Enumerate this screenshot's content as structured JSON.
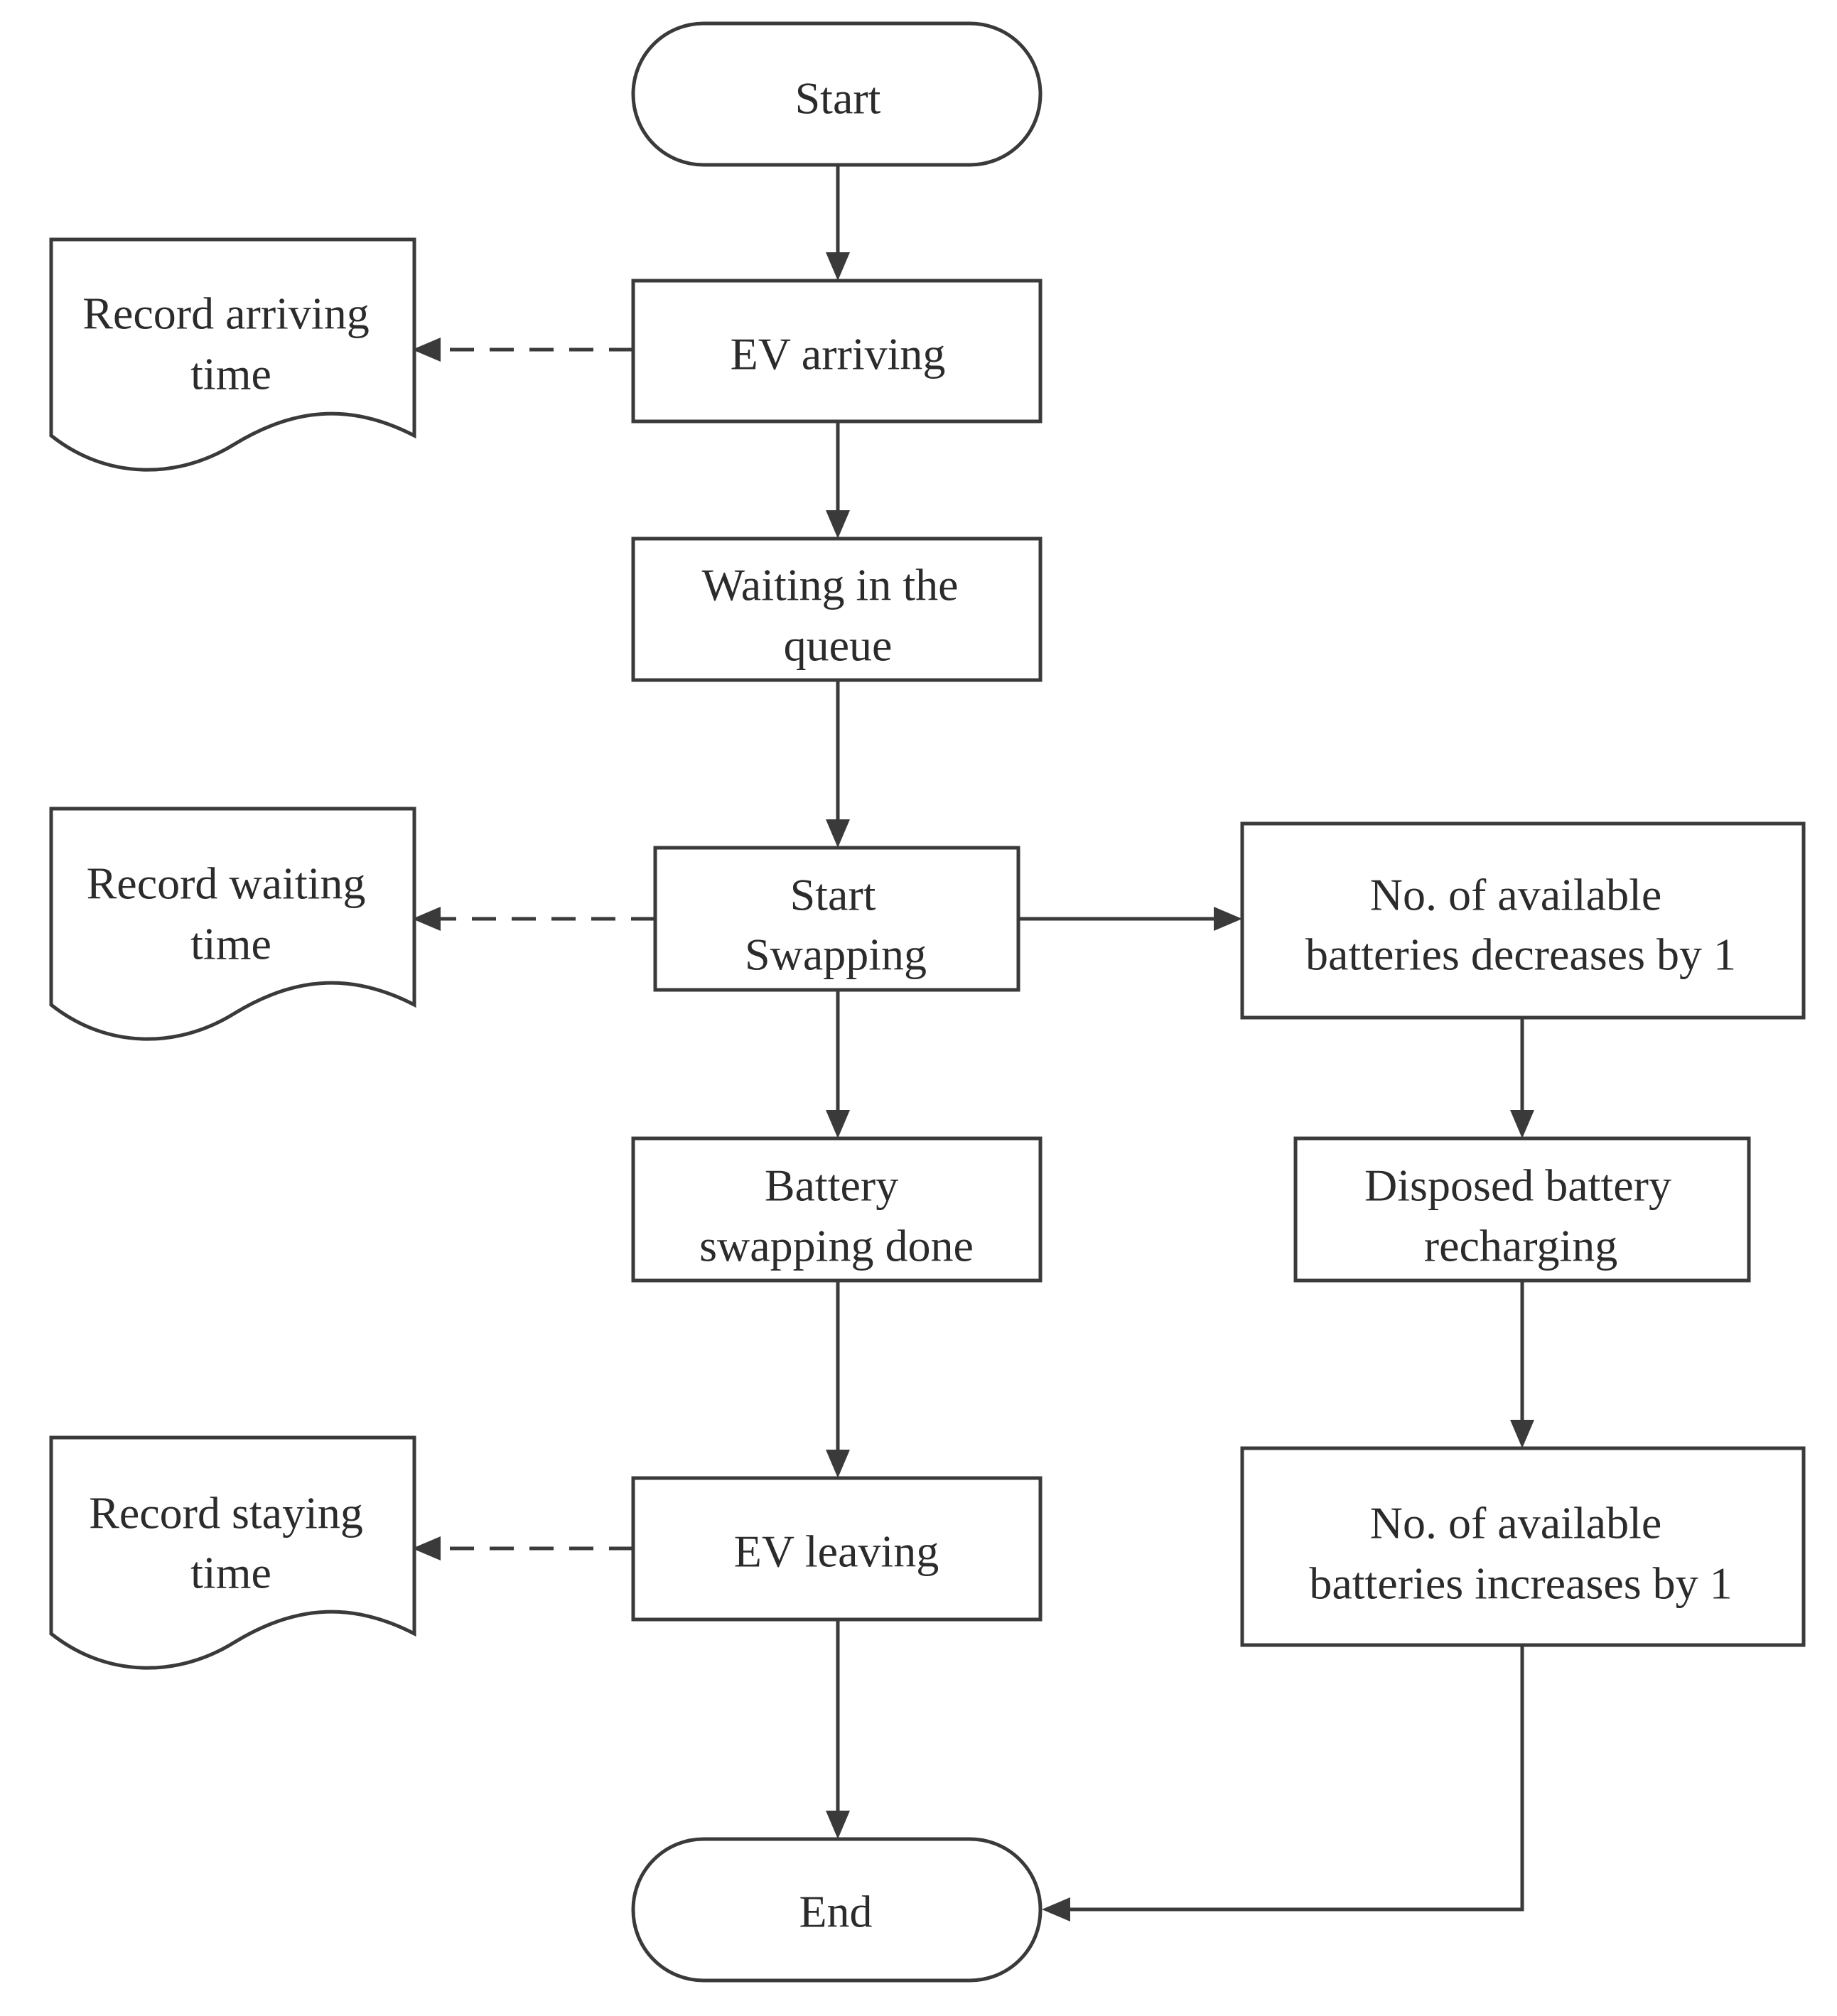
{
  "nodes": {
    "start": "Start",
    "ev_arriving": "EV arriving",
    "waiting": [
      "Waiting in the",
      "queue"
    ],
    "start_swapping": [
      "Start",
      "Swapping"
    ],
    "battery_done": [
      "Battery",
      "swapping done"
    ],
    "ev_leaving": "EV leaving",
    "end": "End",
    "record_arriving": [
      "Record arriving",
      "time"
    ],
    "record_waiting": [
      "Record waiting",
      "time"
    ],
    "record_staying": [
      "Record staying",
      "time"
    ],
    "decrease": [
      "No. of available",
      "batteries decreases by 1"
    ],
    "recharging": [
      "Disposed battery",
      "recharging"
    ],
    "increase": [
      "No. of available",
      "batteries increases by 1"
    ]
  }
}
